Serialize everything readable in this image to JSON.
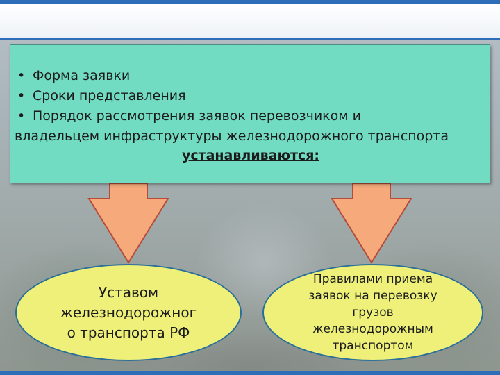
{
  "info_box": {
    "bullets": [
      "Форма заявки",
      "Сроки представления",
      "Порядок рассмотрения заявок перевозчиком и"
    ],
    "continuation": "владельцем инфраструктуры железнодорожного транспорта",
    "conclusion": "устанавливаются:",
    "bullet_symbol": "•"
  },
  "ovals": {
    "left_text": "Уставом железнодорожног о транспорта РФ",
    "right_text": "Правилами приема заявок на перевозку грузов железнодорожным транспортом"
  },
  "colors": {
    "accent_blue": "#2e6eb8",
    "box_fill": "#72dcc3",
    "oval_fill": "#eef07a",
    "arrow_fill": "#f6a97a"
  }
}
